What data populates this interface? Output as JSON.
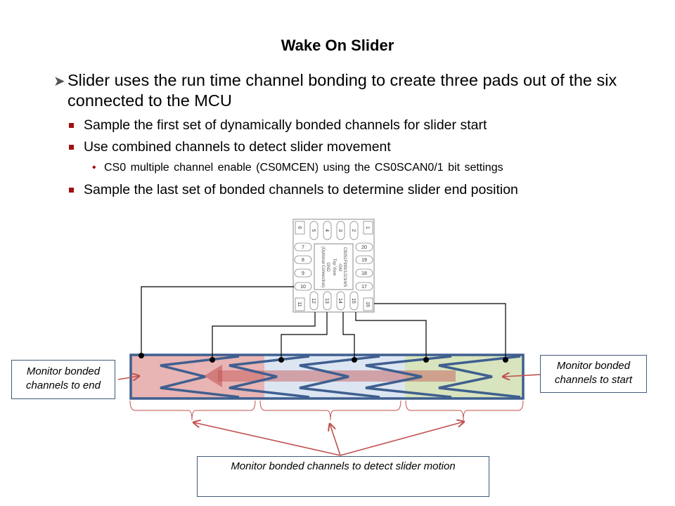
{
  "slide": {
    "title": "Wake On Slider",
    "bullets": [
      {
        "level": 1,
        "marker": "arrow-bullet-icon",
        "text": "Slider uses the run time channel bonding to create three pads out of the six connected to the MCU"
      },
      {
        "level": 2,
        "marker": "square-bullet-icon",
        "text": "Sample the first set of dynamically bonded channels for slider start"
      },
      {
        "level": 2,
        "marker": "square-bullet-icon",
        "text": "Use combined channels to detect slider movement"
      },
      {
        "level": 3,
        "marker": "dot-bullet-icon",
        "text": "CS0 multiple  channel enable (CS0MCEN) using the CS0SCAN0/1 bit settings"
      },
      {
        "level": 2,
        "marker": "square-bullet-icon",
        "text": "Sample the last set of bonded channels to determine slider end position"
      }
    ]
  },
  "chip": {
    "part": "C8051F990/1/2/3/4/5",
    "suffix": "-GM",
    "view": "Top View",
    "center_pad": "GND",
    "center_pad_note": "(Optional Connection)",
    "pins_top": [
      "6",
      "5",
      "4",
      "3",
      "2",
      "1"
    ],
    "pins_left": [
      "7",
      "8",
      "9",
      "10"
    ],
    "pins_right": [
      "20",
      "19",
      "18",
      "17"
    ],
    "pins_bottom": [
      "11",
      "12",
      "13",
      "14",
      "15",
      "16"
    ],
    "connected_pins": [
      "10",
      "12",
      "13",
      "14",
      "15",
      "16"
    ]
  },
  "slider": {
    "zones": [
      {
        "name": "end-zone",
        "color": "#e8b4b4"
      },
      {
        "name": "middle-zone",
        "color": "#dce6f2"
      },
      {
        "name": "start-zone",
        "color": "#d7e4bd"
      }
    ],
    "outline_color": "#3f5f8f",
    "motion_arrow_color": "#c0504d",
    "electrode_count": 6
  },
  "callouts": {
    "end": "Monitor bonded channels to end",
    "start": "Monitor bonded channels to start",
    "motion": "Monitor bonded channels to detect slider motion"
  },
  "colors": {
    "bullet_accent": "#a01010",
    "annotation_arrow": "#c0504d",
    "callout_border": "#3f5a78"
  }
}
